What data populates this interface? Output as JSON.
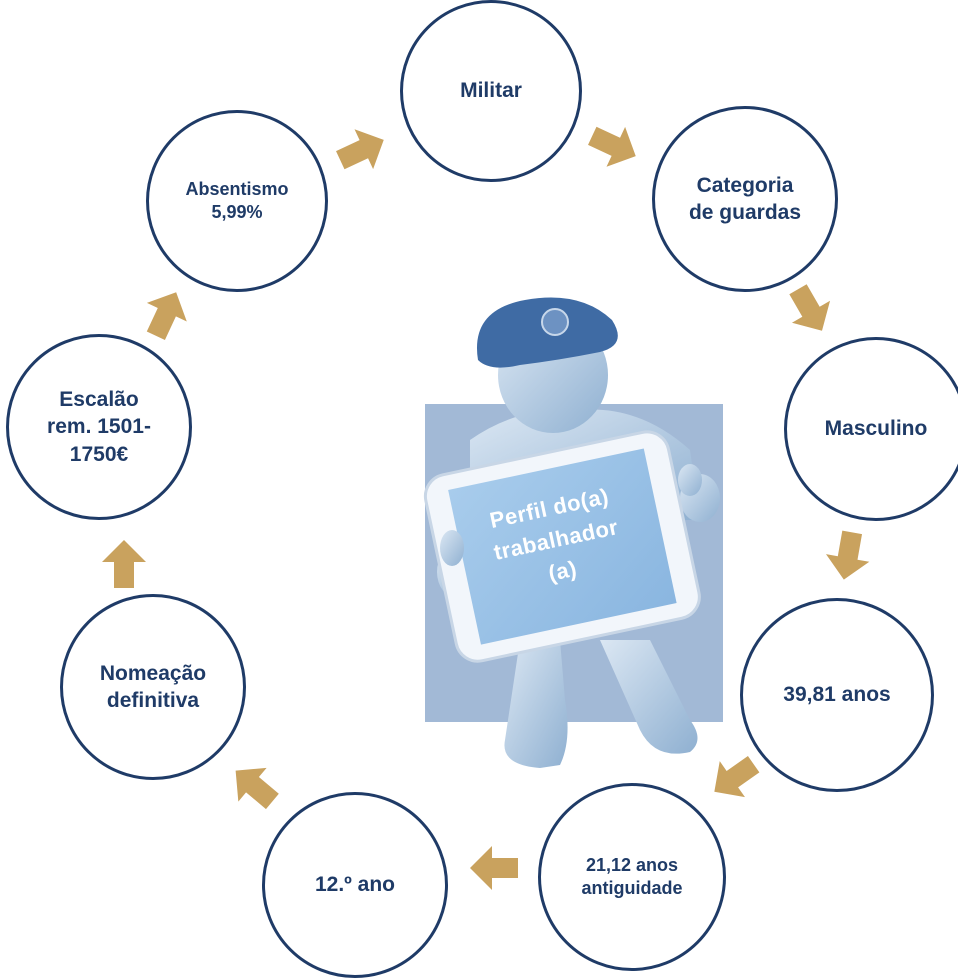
{
  "diagram": {
    "center_label": "Perfil do(a)\ntrabalhador\n(a)",
    "nodes": [
      {
        "id": "militar",
        "label": "Militar"
      },
      {
        "id": "categoria",
        "label": "Categoria\nde guardas"
      },
      {
        "id": "masculino",
        "label": "Masculino"
      },
      {
        "id": "idade",
        "label": "39,81 anos"
      },
      {
        "id": "antiguidade",
        "label": "21,12 anos\nantiguidade"
      },
      {
        "id": "escolaridade",
        "label": "12.º ano"
      },
      {
        "id": "nomeacao",
        "label": "Nomeação\ndefinitiva"
      },
      {
        "id": "escalao",
        "label": "Escalão\nrem. 1501-\n1750€"
      },
      {
        "id": "absentismo",
        "label": "Absentismo\n5,99%"
      }
    ],
    "colors": {
      "circle_border": "#1f3b67",
      "text": "#1f3b67",
      "arrow": "#c9a25e",
      "figure_body": "#aec6df",
      "figure_background": "#a2b9d6",
      "tablet_screen": "#9ec4e8"
    }
  }
}
